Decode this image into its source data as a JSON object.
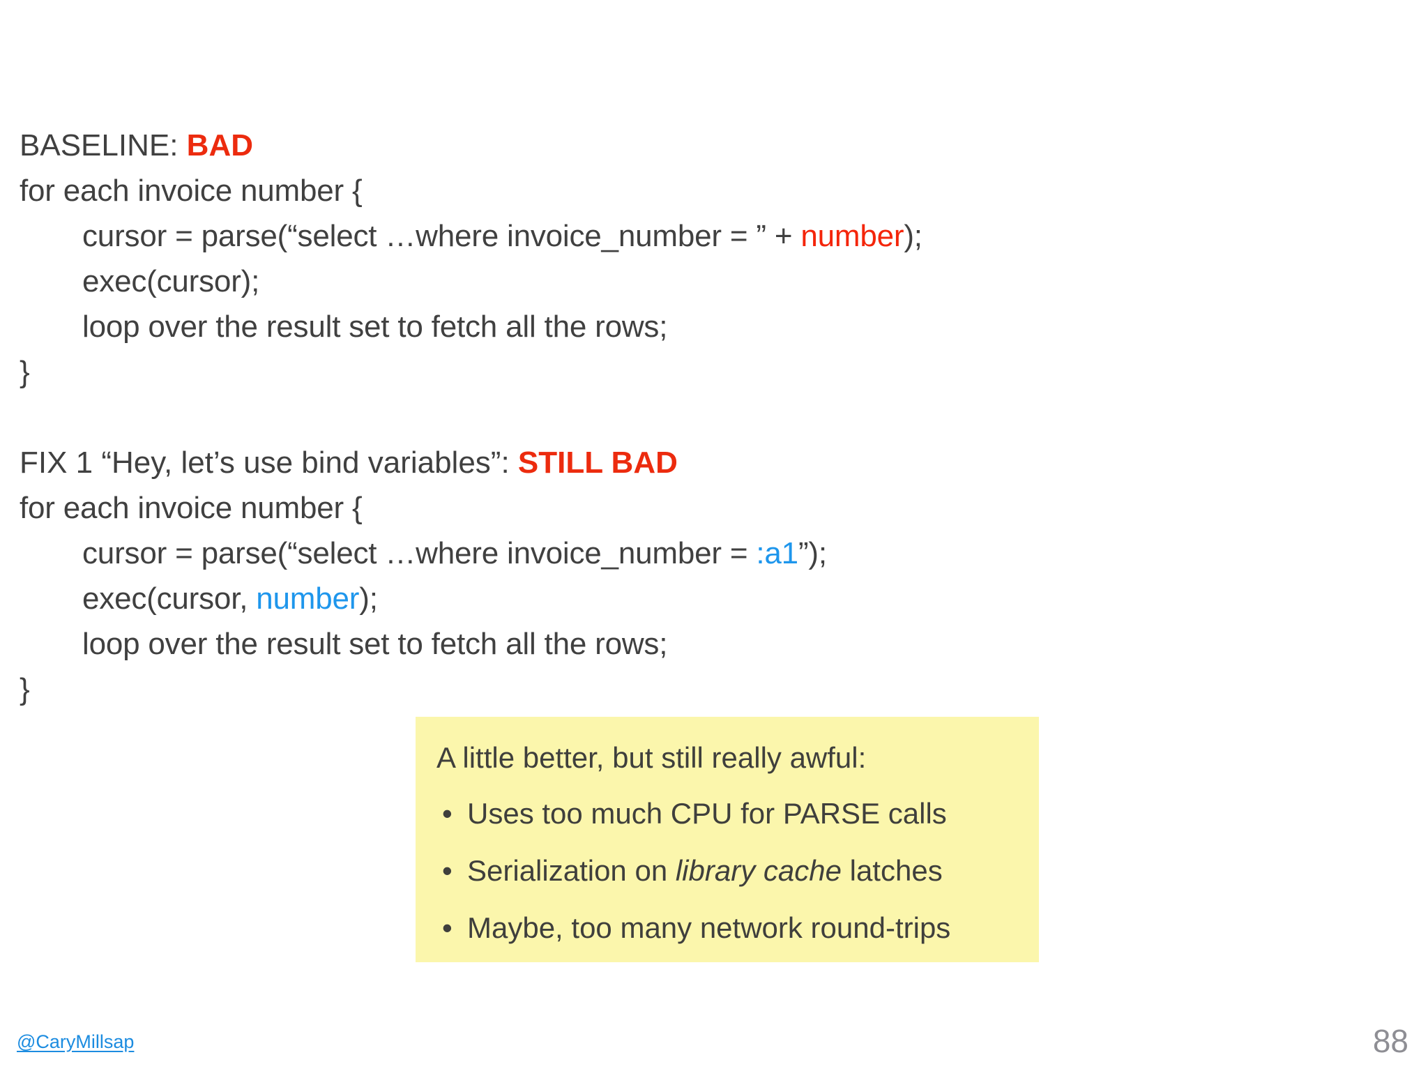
{
  "slide": {
    "background_color": "#FFFFFF",
    "text_color": "#404040",
    "accent_red": "#EC2B0E",
    "accent_blue": "#1E96EC",
    "callout_background": "#FBF6AC"
  },
  "baseline": {
    "label": "BASELINE: ",
    "verdict": "BAD",
    "lines": {
      "open": "for each invoice number {",
      "cursor_prefix": "cursor = parse(“select …where invoice_number = ” + ",
      "cursor_token": "number",
      "cursor_suffix": ");",
      "exec": "exec(cursor);",
      "loop": "loop over the result set to fetch all the rows;",
      "close": "}"
    }
  },
  "fix1": {
    "label": "FIX 1 “Hey, let’s use bind variables”: ",
    "verdict": "STILL BAD",
    "lines": {
      "open": "for each invoice number {",
      "cursor_prefix": "cursor = parse(“select …where invoice_number = ",
      "cursor_token": ":a1",
      "cursor_suffix": "”);",
      "exec_prefix": "exec(cursor, ",
      "exec_token": "number",
      "exec_suffix": ");",
      "loop": "loop over the result set to fetch all the rows;",
      "close": "}"
    }
  },
  "callout": {
    "heading": "A little better, but still really awful:",
    "bullet_glyph": "•",
    "items": [
      {
        "pre": "Uses too much CPU for PARSE calls",
        "italic": "",
        "post": ""
      },
      {
        "pre": "Serialization on ",
        "italic": "library cache",
        "post": " latches"
      },
      {
        "pre": "Maybe, too many network round-trips",
        "italic": "",
        "post": ""
      }
    ]
  },
  "footer": {
    "handle": "@CaryMillsap",
    "page_number": "88"
  }
}
